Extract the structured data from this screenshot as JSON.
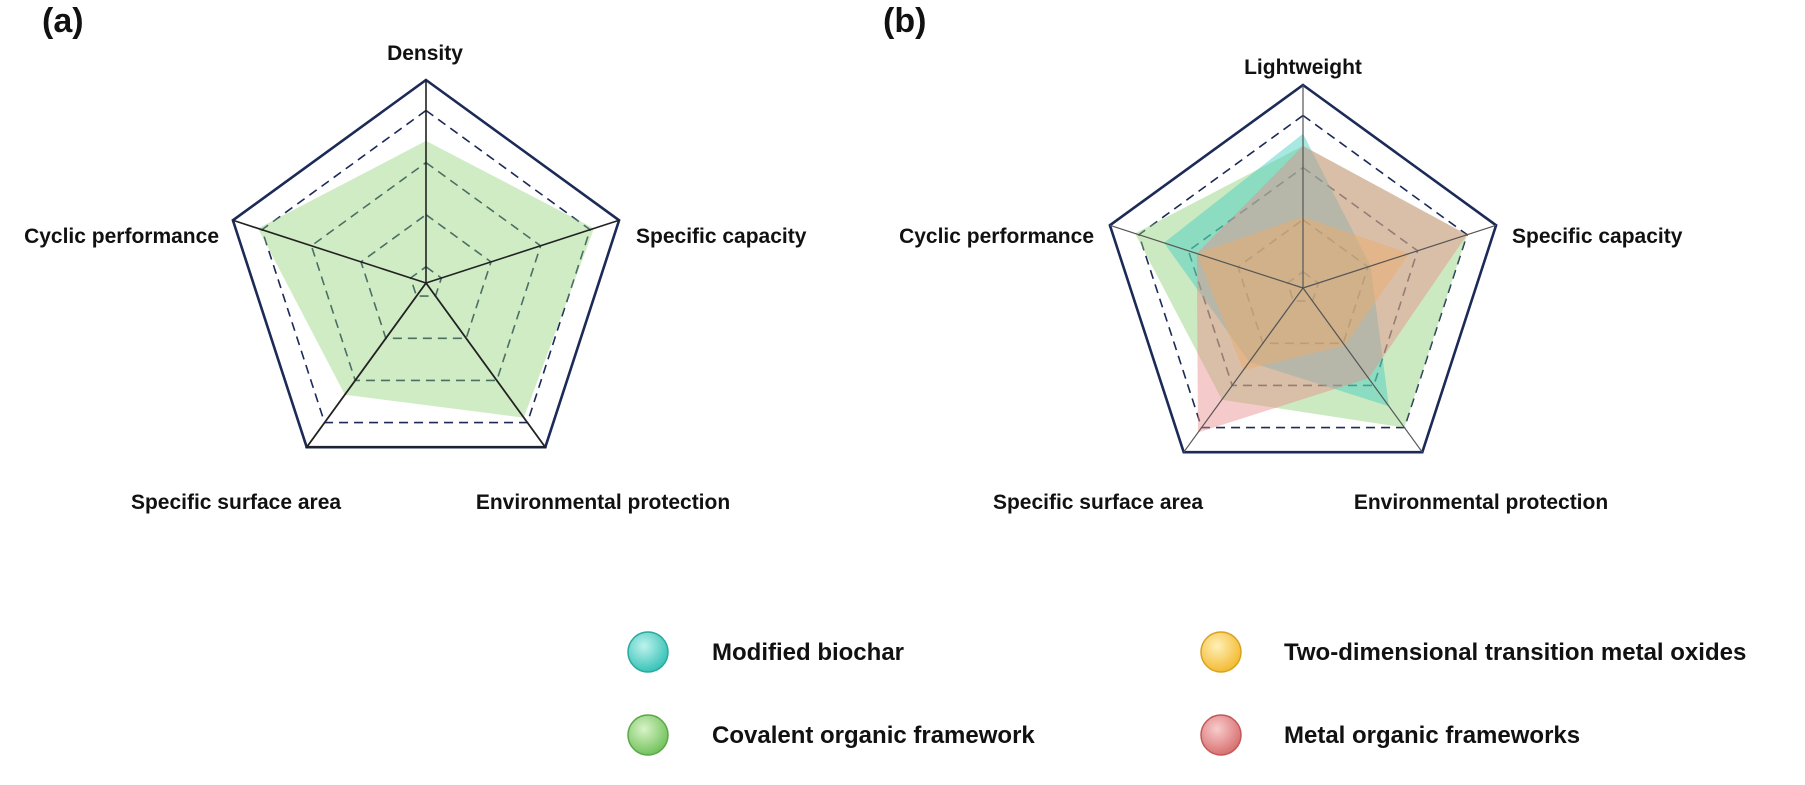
{
  "chart_data": [
    {
      "type": "radar",
      "panel_label": "(a)",
      "axes": [
        "Density",
        "Specific capacity",
        "Environmental protection",
        "Specific surface area",
        "Cyclic performance"
      ],
      "rings": 5,
      "series": [
        {
          "values": [
            0.7,
            0.87,
            0.82,
            0.68,
            0.87
          ],
          "color": "#8fd175"
        }
      ]
    },
    {
      "type": "radar",
      "panel_label": "(b)",
      "axes": [
        "Lightweight",
        "Specific capacity",
        "Environmental protection",
        "Specific surface area",
        "Cyclic performance"
      ],
      "rings": 5,
      "series": [
        {
          "name": "Covalent organic framework",
          "values": [
            0.7,
            0.85,
            0.85,
            0.68,
            0.87
          ],
          "color": "#8fd175"
        },
        {
          "name": "Modified biochar",
          "values": [
            0.76,
            0.35,
            0.72,
            0.45,
            0.72
          ],
          "color": "#3ecdc0"
        },
        {
          "name": "Two-dimensional transition metal oxides",
          "values": [
            0.35,
            0.55,
            0.35,
            0.5,
            0.55
          ],
          "color": "#f7c548"
        },
        {
          "name": "Metal organic frameworks",
          "values": [
            0.7,
            0.85,
            0.55,
            0.88,
            0.55
          ],
          "color": "#e98a8a"
        }
      ]
    }
  ],
  "legend": {
    "items": [
      {
        "label": "Modified biochar",
        "color": "#3ecdc0"
      },
      {
        "label": "Two-dimensional transition metal oxides",
        "color": "#f7c548"
      },
      {
        "label": "Covalent organic framework",
        "color": "#8fd175"
      },
      {
        "label": "Metal organic frameworks",
        "color": "#e98a8a"
      }
    ]
  }
}
